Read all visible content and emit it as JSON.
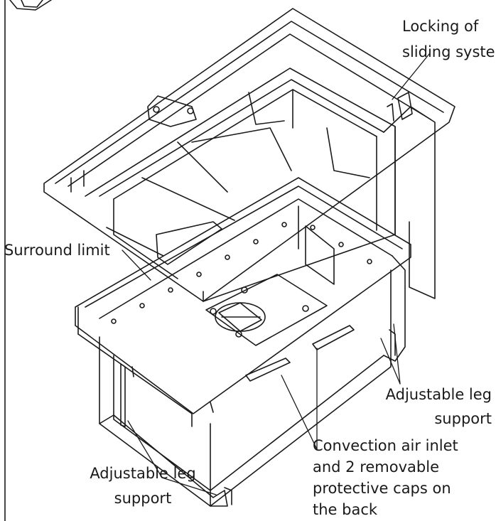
{
  "labels": {
    "locking_line1": "Locking of",
    "locking_line2": "sliding syste",
    "surround_limit": "Surround limit",
    "adj_right_line1": "Adjustable leg",
    "adj_right_line2": "support",
    "adj_left_line1": "Adjustable leg",
    "adj_left_line2": "support",
    "conv_line1": "Convection air inlet",
    "conv_line2": "and 2 removable",
    "conv_line3": "protective caps on",
    "conv_line4": "the back"
  }
}
